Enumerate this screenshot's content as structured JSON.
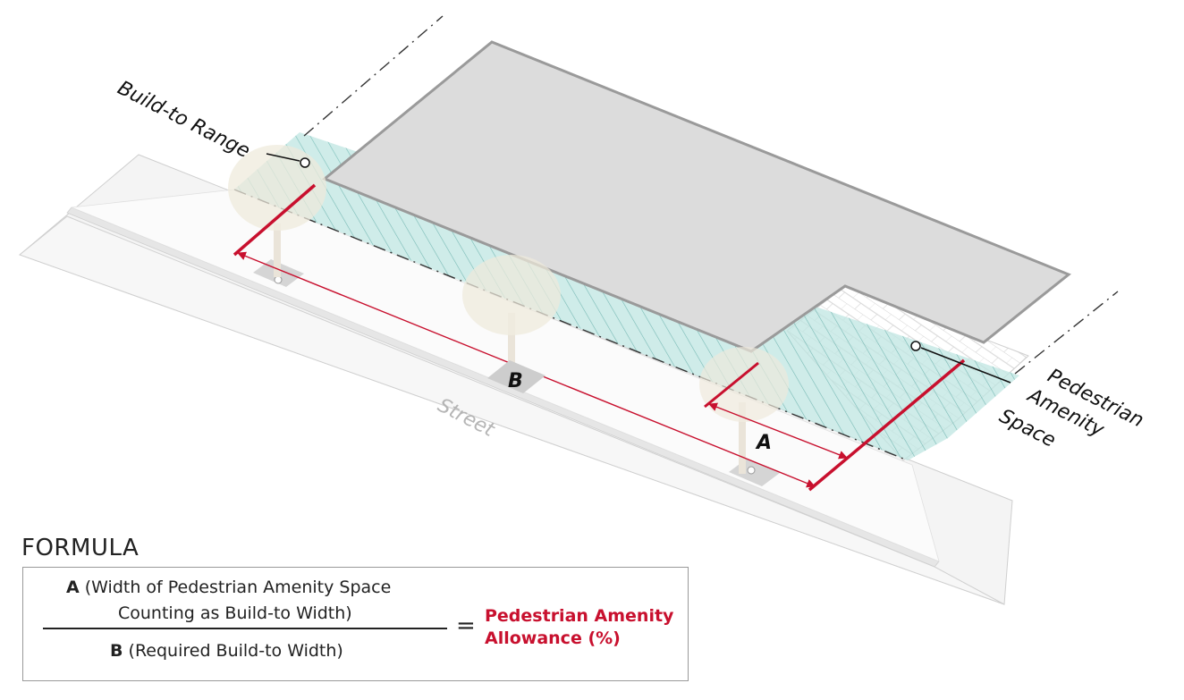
{
  "labels": {
    "build_to_range": "Build-to Range",
    "pedestrian_amenity_space": [
      "Pedestrian",
      "Amenity",
      "Space"
    ],
    "street": "Street",
    "dimension_a": "A",
    "dimension_b": "B"
  },
  "formula": {
    "title": "FORMULA",
    "numerator_var": "A",
    "numerator_line1": "(Width of Pedestrian Amenity Space",
    "numerator_line2": "Counting as Build-to Width)",
    "denominator_var": "B",
    "denominator_text": "(Required Build-to Width)",
    "equals": "=",
    "result_line1": "Pedestrian Amenity",
    "result_line2": "Allowance (%)"
  },
  "colors": {
    "accent_red": "#c8102e",
    "build_to_teal": "#7fcfc8",
    "building_gray": "#dcdcdc",
    "street_gray": "#f2f2f2"
  }
}
